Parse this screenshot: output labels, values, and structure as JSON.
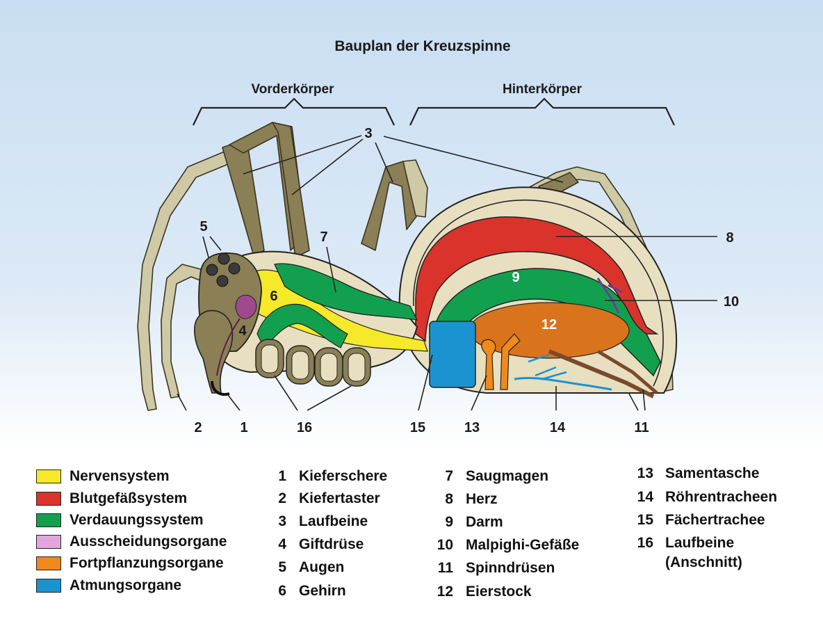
{
  "title": "Bauplan der Kreuzspinne",
  "regions": {
    "front": "Vorderkörper",
    "back": "Hinterkörper"
  },
  "callouts": [
    "3",
    "5",
    "7",
    "6",
    "4",
    "8",
    "9",
    "10",
    "12",
    "2",
    "1",
    "16",
    "15",
    "13",
    "14",
    "11"
  ],
  "legend": [
    {
      "label": "Nervensystem",
      "color": "#f5e92a"
    },
    {
      "label": "Blutgefäßsystem",
      "color": "#d9332b"
    },
    {
      "label": "Verdauungssystem",
      "color": "#12a04f"
    },
    {
      "label": "Ausscheidungsorgane",
      "color": "#e3a6dc"
    },
    {
      "label": "Fortpflanzungsorgane",
      "color": "#f08a1c"
    },
    {
      "label": "Atmungsorgane",
      "color": "#1b93d1"
    }
  ],
  "key": [
    {
      "num": "1",
      "text": "Kieferschere"
    },
    {
      "num": "2",
      "text": "Kiefertaster"
    },
    {
      "num": "3",
      "text": "Laufbeine"
    },
    {
      "num": "4",
      "text": "Giftdrüse"
    },
    {
      "num": "5",
      "text": "Augen"
    },
    {
      "num": "6",
      "text": "Gehirn"
    },
    {
      "num": "7",
      "text": "Saugmagen"
    },
    {
      "num": "8",
      "text": "Herz"
    },
    {
      "num": "9",
      "text": "Darm"
    },
    {
      "num": "10",
      "text": "Malpighi-Gefäße"
    },
    {
      "num": "11",
      "text": "Spinndrüsen"
    },
    {
      "num": "12",
      "text": "Eierstock"
    },
    {
      "num": "13",
      "text": "Samentasche"
    },
    {
      "num": "14",
      "text": "Röhrentracheen"
    },
    {
      "num": "15",
      "text": "Fächertrachee"
    },
    {
      "num": "16",
      "text": "Laufbeine"
    },
    {
      "num": "",
      "text": "(Anschnitt)"
    }
  ],
  "colors": {
    "leg": "#cfc9a6",
    "leg_dark": "#8a7f55",
    "body": "#e7dfbf",
    "outline": "#222222",
    "shell": "#d9d2b0",
    "egg": "#d9731c",
    "excretion": "#a04a8c",
    "silk": "#7a4a2e",
    "malpighi": "#6a3ea0"
  }
}
